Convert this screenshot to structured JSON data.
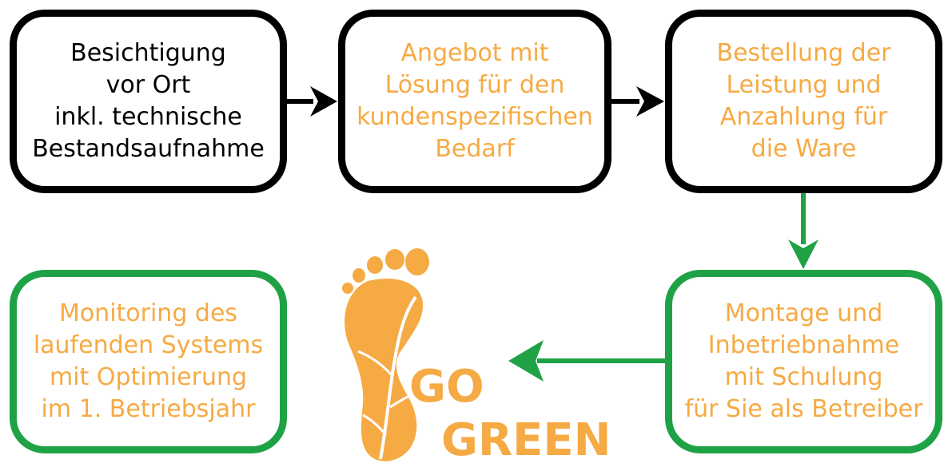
{
  "colors": {
    "black": "#000000",
    "green": "#1fa246",
    "orange": "#f6aa43"
  },
  "steps": [
    {
      "id": "besichtigung",
      "lines": [
        "Besichtigung",
        "vor Ort",
        "inkl. technische",
        "Bestandsaufnahme"
      ],
      "border": "black",
      "text_color": "black"
    },
    {
      "id": "angebot",
      "lines": [
        "Angebot mit",
        "Lösung für den",
        "kundenspezifischen",
        "Bedarf"
      ],
      "border": "black",
      "text_color": "orange"
    },
    {
      "id": "bestellung",
      "lines": [
        "Bestellung der",
        "Leistung und",
        "Anzahlung für",
        "die Ware"
      ],
      "border": "black",
      "text_color": "orange"
    },
    {
      "id": "monitoring",
      "lines": [
        "Monitoring des",
        "laufenden Systems",
        "mit Optimierung",
        "im 1. Betriebsjahr"
      ],
      "border": "green",
      "text_color": "orange"
    },
    {
      "id": "montage",
      "lines": [
        "Montage und",
        "Inbetriebnahme",
        "mit Schulung",
        "für Sie als Betreiber"
      ],
      "border": "green",
      "text_color": "orange"
    }
  ],
  "logo": {
    "icon": "footprint-icon",
    "line1": "GO",
    "line2": "GREEN"
  }
}
